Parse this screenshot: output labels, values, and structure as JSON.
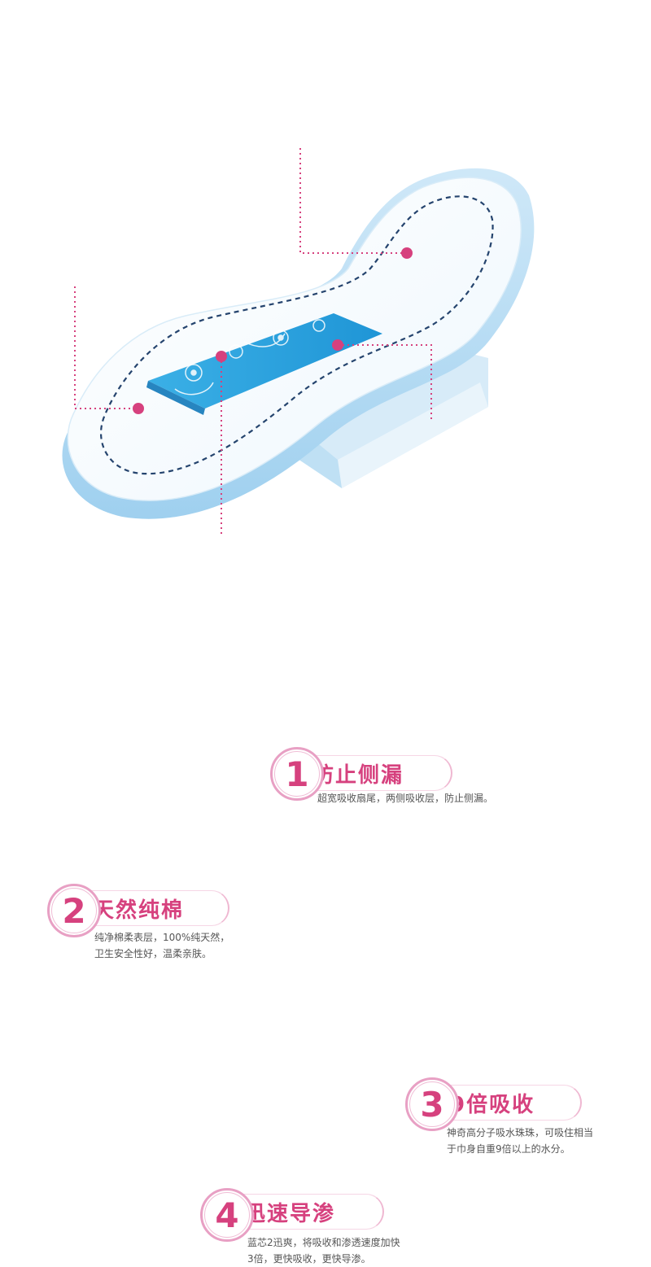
{
  "callouts": [
    {
      "number": "1",
      "title": "防止侧漏",
      "lines": [
        "超宽吸收扇尾，两侧吸收层，防止侧漏。"
      ]
    },
    {
      "number": "2",
      "title": "天然纯棉",
      "lines": [
        "纯净棉柔表层，100%纯天然，",
        "卫生安全性好，温柔亲肤。"
      ]
    },
    {
      "number": "3",
      "title": "9倍吸收",
      "lines": [
        "神奇高分子吸水珠珠，可吸住相当",
        "于巾身自重9倍以上的水分。"
      ]
    },
    {
      "number": "4",
      "title": "迅速导渗",
      "lines": [
        "蓝芯2迅爽，将吸收和渗透速度加快",
        "3倍，更快吸收，更快导渗。"
      ]
    }
  ],
  "colors": {
    "accent": "#d6417e",
    "pad_edge": "#a9d4f0",
    "core_blue": "#2fa3dd",
    "stitch": "#25446e"
  }
}
